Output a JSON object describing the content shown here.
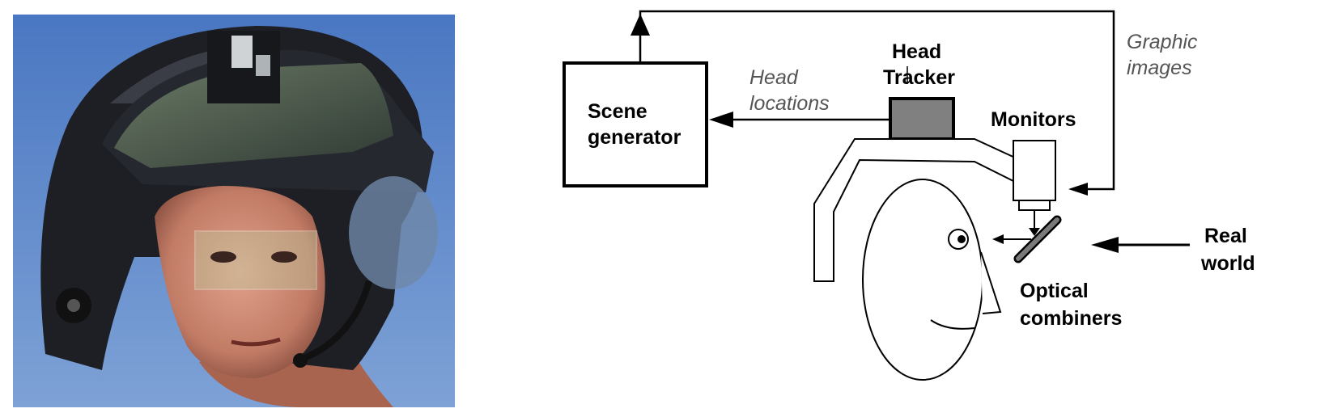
{
  "photo": {
    "subject_icon": "pilot-helmet-hmd-photo",
    "colors": {
      "sky": "#5f86c6",
      "helmet": "#1b1d22",
      "visor": "#4e5a4a",
      "skin": "#c98a72"
    }
  },
  "diagram": {
    "scene_generator": [
      "Scene",
      "generator"
    ],
    "head_tracker": [
      "Head",
      "Tracker"
    ],
    "monitors": "Monitors",
    "head_locations": [
      "Head",
      "locations"
    ],
    "graphic_images": [
      "Graphic",
      "images"
    ],
    "real_world": [
      "Real",
      "world"
    ],
    "optical_combiners": [
      "Optical",
      "combiners"
    ],
    "colors": {
      "tracker_fill": "#808080",
      "combiner_fill": "#7a7a7a",
      "line": "#000000",
      "italic_text": "#555555"
    }
  }
}
